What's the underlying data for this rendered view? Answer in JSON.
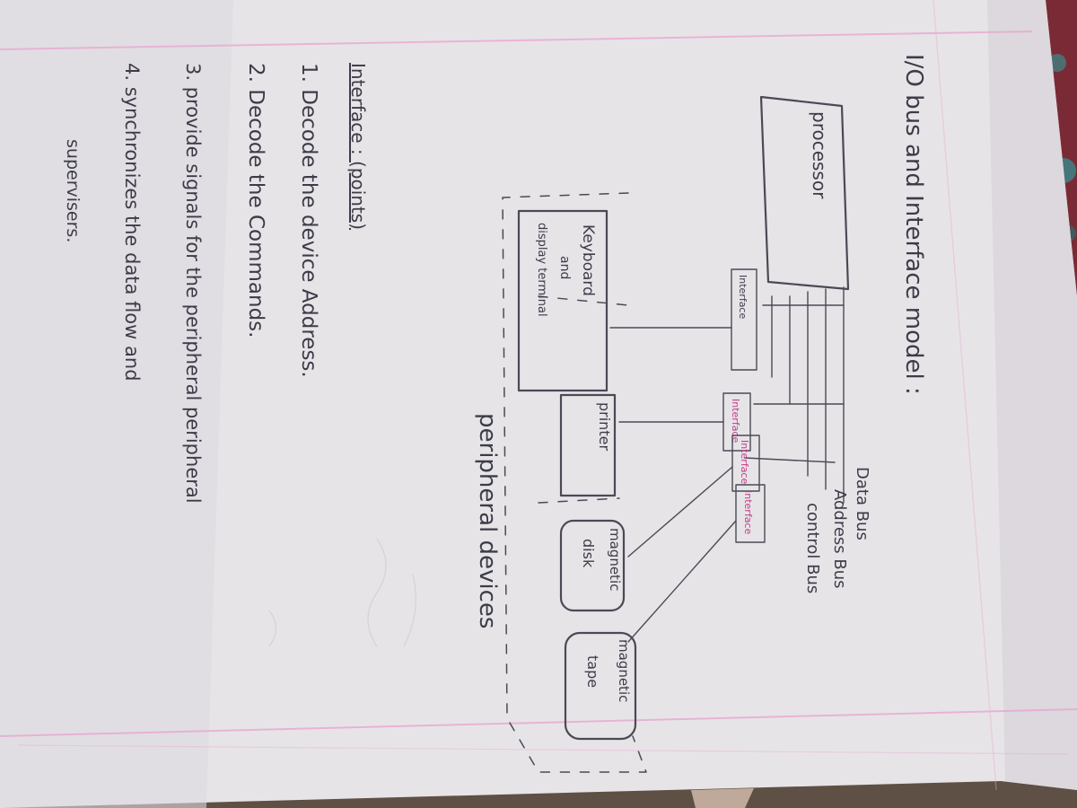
{
  "notebook": {
    "title": "I/O bus and Interface model :",
    "diagram": {
      "processor": "processor",
      "buses": [
        "Data Bus",
        "Address Bus",
        "control Bus"
      ],
      "interfaces": [
        "Interface",
        "Interface",
        "Interface",
        "Interface"
      ],
      "devices": {
        "keyboard": [
          "Keyboard",
          "and",
          "display terminal"
        ],
        "printer": "printer",
        "magnetic_disk": [
          "magnetic",
          "disk"
        ],
        "magnetic_tape": [
          "magnetic",
          "tape"
        ]
      },
      "caption": "peripheral devices"
    },
    "notes": {
      "heading": "Interface : (points)",
      "items": [
        "1. Decode the device Address.",
        "2. Decode the Commands.",
        "3. provide signals for the peripheral peripheral",
        "4. synchronizes the data flow and",
        "supervisers."
      ]
    },
    "colors": {
      "paper": "#e9e6ea",
      "pencil": "#4a4a55",
      "margin_pink": "#e8a7cf",
      "highlight_pink": "#c23a86",
      "background_cloth": "#7a2a35"
    }
  }
}
